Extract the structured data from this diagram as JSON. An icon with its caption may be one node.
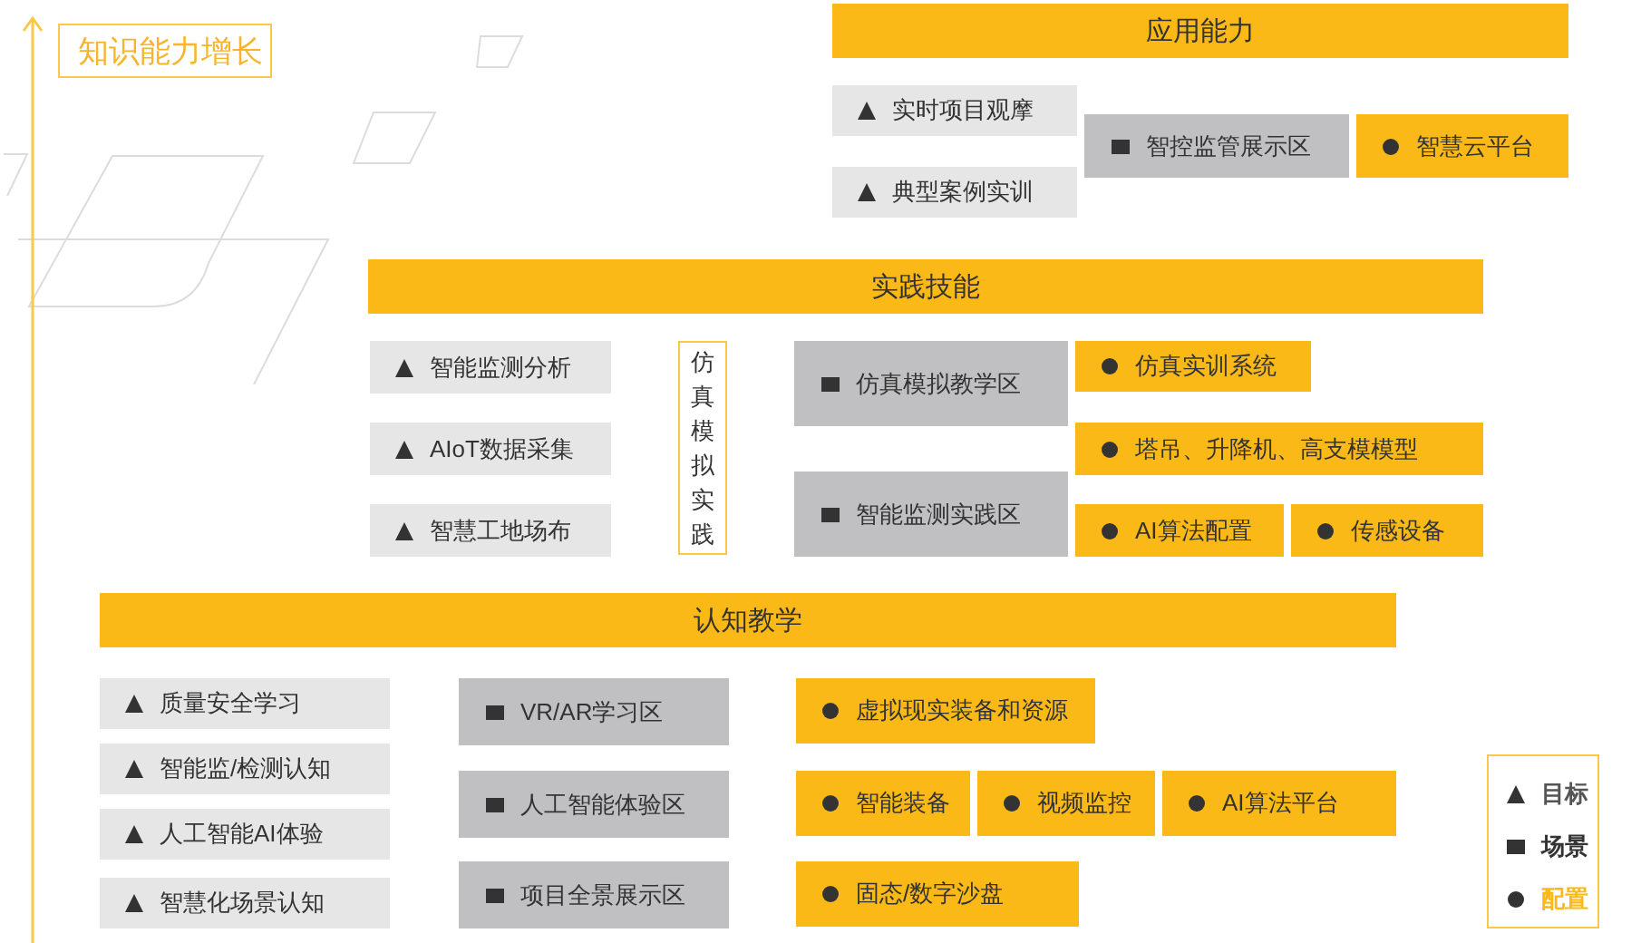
{
  "diagram": {
    "nodes": [
      {
        "text": [
          "知识能力增长"
        ]
      },
      {
        "text": [
          "应用能力"
        ]
      },
      {
        "text": [
          "实时项目观摩"
        ]
      },
      {
        "text": [
          "典型案例实训"
        ]
      },
      {
        "text": [
          "智控监管展示区"
        ]
      },
      {
        "text": [
          "智慧云平台"
        ]
      },
      {
        "text": [
          "实践技能"
        ]
      },
      {
        "text": [
          "智能监测分析"
        ]
      },
      {
        "text": [
          "AIoT数据采集"
        ]
      },
      {
        "text": [
          "智慧工地场布"
        ]
      },
      {
        "text": [
          "仿真模拟实践"
        ]
      },
      {
        "text": [
          "仿真模拟教学区"
        ]
      },
      {
        "text": [
          "智能监测实践区"
        ]
      },
      {
        "text": [
          "仿真实训系统"
        ]
      },
      {
        "text": [
          "塔吊、升降机、高支模模型"
        ]
      },
      {
        "text": [
          "AI算法配置"
        ]
      },
      {
        "text": [
          "传感设备"
        ]
      },
      {
        "text": [
          "认知教学"
        ]
      },
      {
        "text": [
          "质量安全学习"
        ]
      },
      {
        "text": [
          "智能监/检测认知"
        ]
      },
      {
        "text": [
          "人工智能AI体验"
        ]
      },
      {
        "text": [
          "智慧化场景认知"
        ]
      },
      {
        "text": [
          "VR/AR学习区"
        ]
      },
      {
        "text": [
          "人工智能体验区"
        ]
      },
      {
        "text": [
          "项目全景展示区"
        ]
      },
      {
        "text": [
          "虚拟现实装备和资源"
        ]
      },
      {
        "text": [
          "智能装备"
        ]
      },
      {
        "text": [
          "视频监控"
        ]
      },
      {
        "text": [
          "AI算法平台"
        ]
      },
      {
        "text": [
          "固态/数字沙盘"
        ]
      }
    ],
    "legend": [
      {
        "text": "目标"
      },
      {
        "text": "场景"
      },
      {
        "text": "配置"
      }
    ]
  }
}
